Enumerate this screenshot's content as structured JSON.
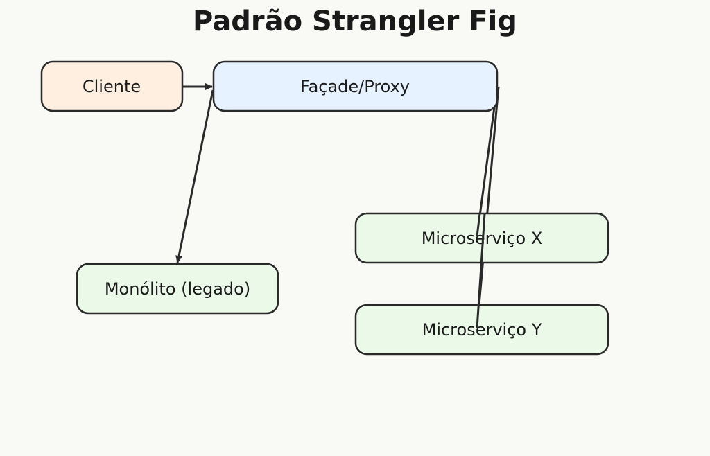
{
  "title": "Padrão Strangler Fig",
  "nodes": {
    "cliente": {
      "label": "Cliente",
      "fill": "#ffefe0"
    },
    "facade": {
      "label": "Façade/Proxy",
      "fill": "#e6f2ff"
    },
    "monolito": {
      "label": "Monólito (legado)",
      "fill": "#eaf9e8"
    },
    "micro_x": {
      "label": "Microserviço X",
      "fill": "#eaf9e8"
    },
    "micro_y": {
      "label": "Microserviço Y",
      "fill": "#eaf9e8"
    }
  },
  "edges": [
    {
      "from": "cliente",
      "to": "facade"
    },
    {
      "from": "facade",
      "to": "monolito"
    },
    {
      "from": "facade",
      "to": "micro_x"
    },
    {
      "from": "facade",
      "to": "micro_y"
    }
  ]
}
